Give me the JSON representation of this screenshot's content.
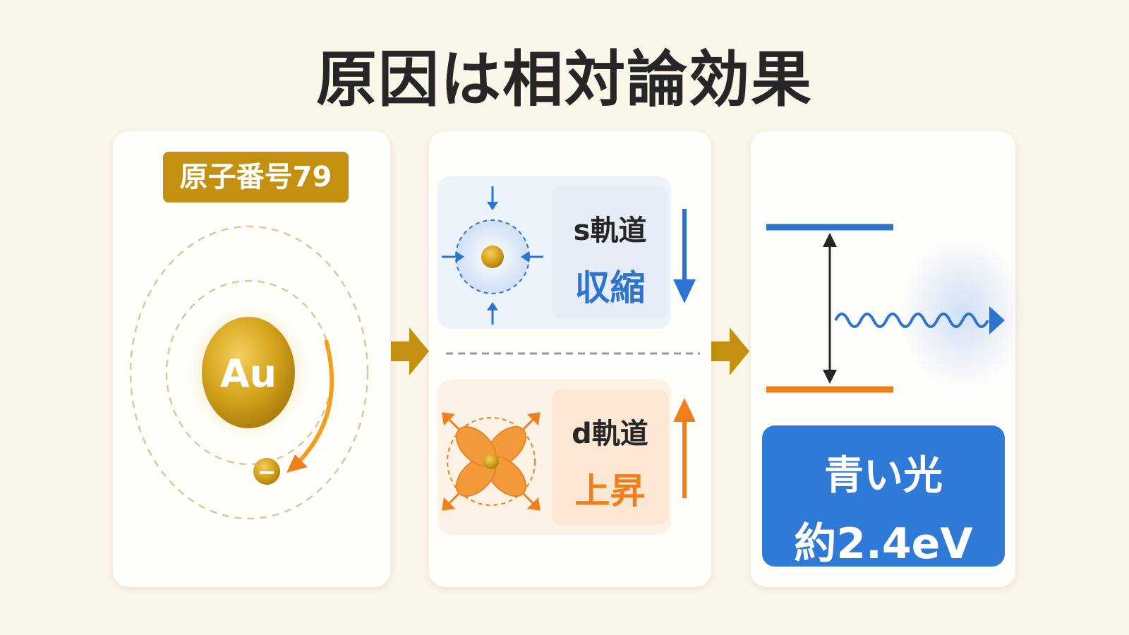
{
  "title": "原因は相対論効果",
  "atom_card": {
    "badge": "原子番号79",
    "nucleus_label": "Au",
    "electron_symbol": "−"
  },
  "orbital_card": {
    "s_orbital": {
      "name": "s軌道",
      "change": "収縮"
    },
    "d_orbital": {
      "name": "d軌道",
      "change": "上昇"
    }
  },
  "energy_card": {
    "light_line1": "青い光",
    "light_line2": "約2.4eV"
  },
  "colors": {
    "gold": "#c4900f",
    "blue": "#2f7ad6",
    "orange": "#ee7f1a",
    "background": "#fbf6ea"
  },
  "icons": [
    "flow-arrow-icon",
    "energy-arrow-icon",
    "photon-wave-icon"
  ]
}
